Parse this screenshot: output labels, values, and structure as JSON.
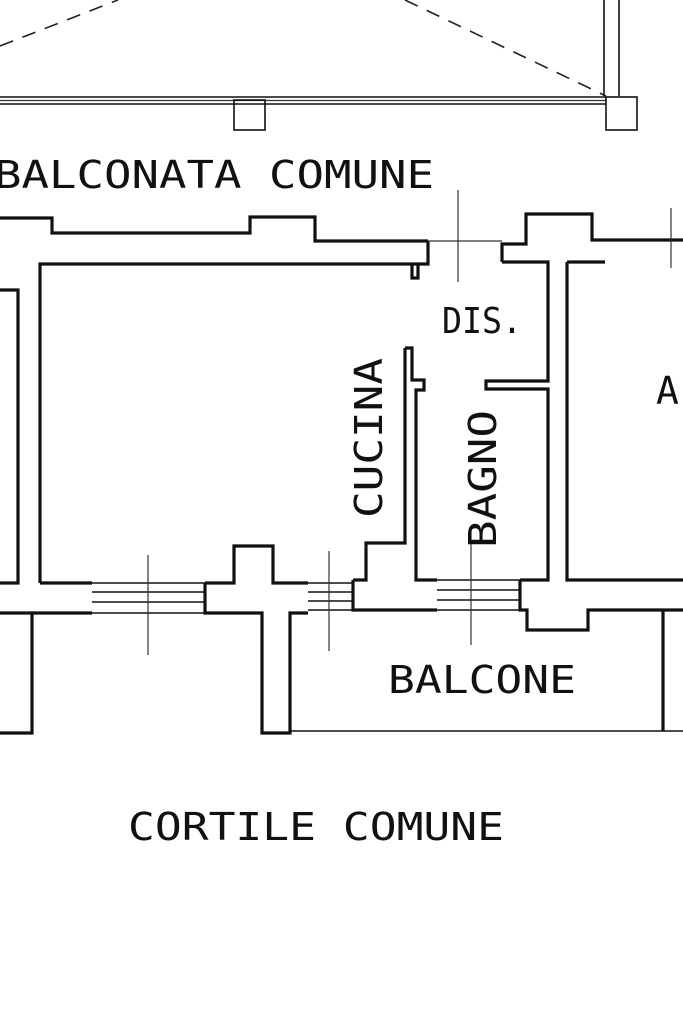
{
  "labels": {
    "balconata": "BALCONATA COMUNE",
    "dis": "DIS.",
    "cucina": "CUCINA",
    "bagno": "BAGNO",
    "partial_room": "A",
    "balcone": "BALCONE",
    "cortile": "CORTILE COMUNE"
  }
}
